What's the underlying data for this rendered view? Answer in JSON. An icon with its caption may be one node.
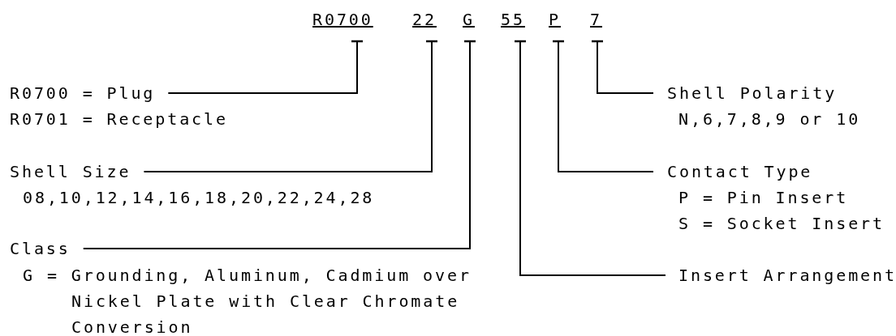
{
  "diagram": {
    "nodes": [
      {
        "text": [
          "R0700"
        ]
      },
      {
        "text": [
          "22"
        ]
      },
      {
        "text": [
          "G"
        ]
      },
      {
        "text": [
          "55"
        ]
      },
      {
        "text": [
          "P"
        ]
      },
      {
        "text": [
          "7"
        ]
      },
      {
        "text": [
          "R0700 = Plug"
        ],
        "beside": [
          "R0701 = Receptacle"
        ]
      },
      {
        "text": [
          "Shell Size"
        ],
        "beside": [
          "08,10,12,14,16,18,20,22,24,28"
        ]
      },
      {
        "text": [
          "Class"
        ],
        "beside": [
          "G = Grounding, Aluminum, Cadmium over Nickel Plate with Clear Chromate Conversion"
        ]
      },
      {
        "text": [
          "Shell Polarity"
        ],
        "beside": [
          "N,6,7,8,9 or 10"
        ]
      },
      {
        "text": [
          "Contact Type"
        ],
        "beside": [
          "P = Pin Insert",
          "S = Socket Insert"
        ]
      },
      {
        "text": [
          "Insert Arrangement"
        ]
      }
    ],
    "edges": [
      {
        "from": 6,
        "to": 0,
        "arrow": "other"
      },
      {
        "from": 7,
        "to": 1,
        "arrow": "other"
      },
      {
        "from": 8,
        "to": 2,
        "arrow": "other"
      },
      {
        "from": 9,
        "to": 5,
        "arrow": "other"
      },
      {
        "from": 10,
        "to": 4,
        "arrow": "other"
      },
      {
        "from": 11,
        "to": 3,
        "arrow": "other"
      }
    ]
  }
}
